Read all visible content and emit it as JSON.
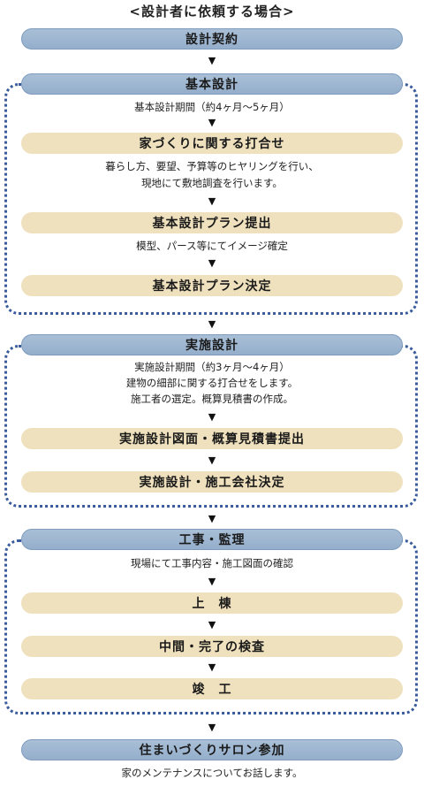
{
  "title": "<設計者に依頼する場合>",
  "arrow_glyph": "▼",
  "steps": {
    "contract": "設計契約",
    "basic": {
      "header": "基本設計",
      "period": "基本設計期間（約4ヶ月〜5ヶ月）",
      "meeting": "家づくりに関する打合せ",
      "meeting_note_1": "暮らし方、要望、予算等のヒヤリングを行い、",
      "meeting_note_2": "現地にて敷地調査を行います。",
      "plan_submit": "基本設計プラン提出",
      "plan_note": "模型、パース等にてイメージ確定",
      "plan_decide": "基本設計プラン決定"
    },
    "detail": {
      "header": "実施設計",
      "note_1": "実施設計期間（約3ヶ月〜4ヶ月）",
      "note_2": "建物の細部に関する打合せをします。",
      "note_3": "施工者の選定。概算見積書の作成。",
      "drawing_submit": "実施設計図面・概算見積書提出",
      "decide": "実施設計・施工会社決定"
    },
    "construction": {
      "header": "工事・監理",
      "note": "現場にて工事内容・施工図面の確認",
      "framing": "上　棟",
      "inspection": "中間・完了の検査",
      "completion": "竣　工"
    },
    "salon": "住まいづくりサロン参加",
    "salon_note": "家のメンテナンスについてお話します。"
  }
}
